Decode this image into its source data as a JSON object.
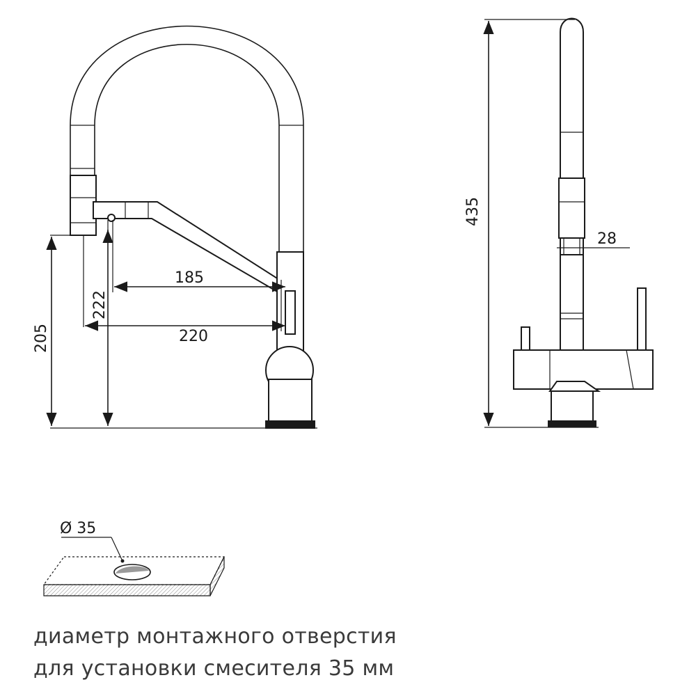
{
  "dimensions": {
    "reach_short": "185",
    "reach_long": "220",
    "spout_height_a": "222",
    "spout_height_b": "205",
    "total_height": "435",
    "body_diameter": "28",
    "hole_diameter": "Ø 35"
  },
  "caption": {
    "line1": "диаметр монтажного отверстия",
    "line2": "для установки смесителя 35 мм"
  }
}
